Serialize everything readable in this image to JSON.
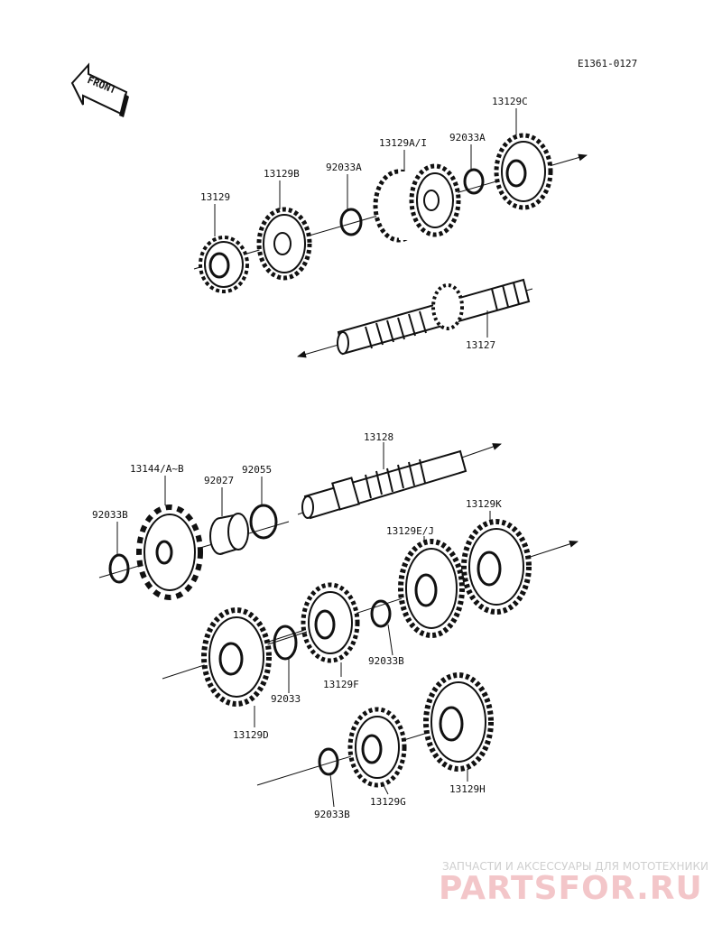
{
  "diagram_code": "E1361-0127",
  "front_marker": "FRONT",
  "parts": [
    {
      "id": "p13129",
      "label": "13129"
    },
    {
      "id": "p13129b",
      "label": "13129B"
    },
    {
      "id": "p92033a1",
      "label": "92033A"
    },
    {
      "id": "p13129ai",
      "label": "13129A/I"
    },
    {
      "id": "p92033a2",
      "label": "92033A"
    },
    {
      "id": "p13129c",
      "label": "13129C"
    },
    {
      "id": "p13127",
      "label": "13127"
    },
    {
      "id": "p13128",
      "label": "13128"
    },
    {
      "id": "p13144",
      "label": "13144/A~B"
    },
    {
      "id": "p92027",
      "label": "92027"
    },
    {
      "id": "p92055",
      "label": "92055"
    },
    {
      "id": "p92033b1",
      "label": "92033B"
    },
    {
      "id": "p13129k",
      "label": "13129K"
    },
    {
      "id": "p13129ej",
      "label": "13129E/J"
    },
    {
      "id": "p92033b2",
      "label": "92033B"
    },
    {
      "id": "p13129f",
      "label": "13129F"
    },
    {
      "id": "p92033",
      "label": "92033"
    },
    {
      "id": "p13129d",
      "label": "13129D"
    },
    {
      "id": "p13129h",
      "label": "13129H"
    },
    {
      "id": "p13129g",
      "label": "13129G"
    },
    {
      "id": "p92033b3",
      "label": "92033B"
    }
  ],
  "watermark": {
    "tagline": "ЗАПЧАСТИ И АКСЕССУАРЫ ДЛЯ МОТОТЕХНИКИ",
    "brand": "PARTSFOR.RU"
  }
}
